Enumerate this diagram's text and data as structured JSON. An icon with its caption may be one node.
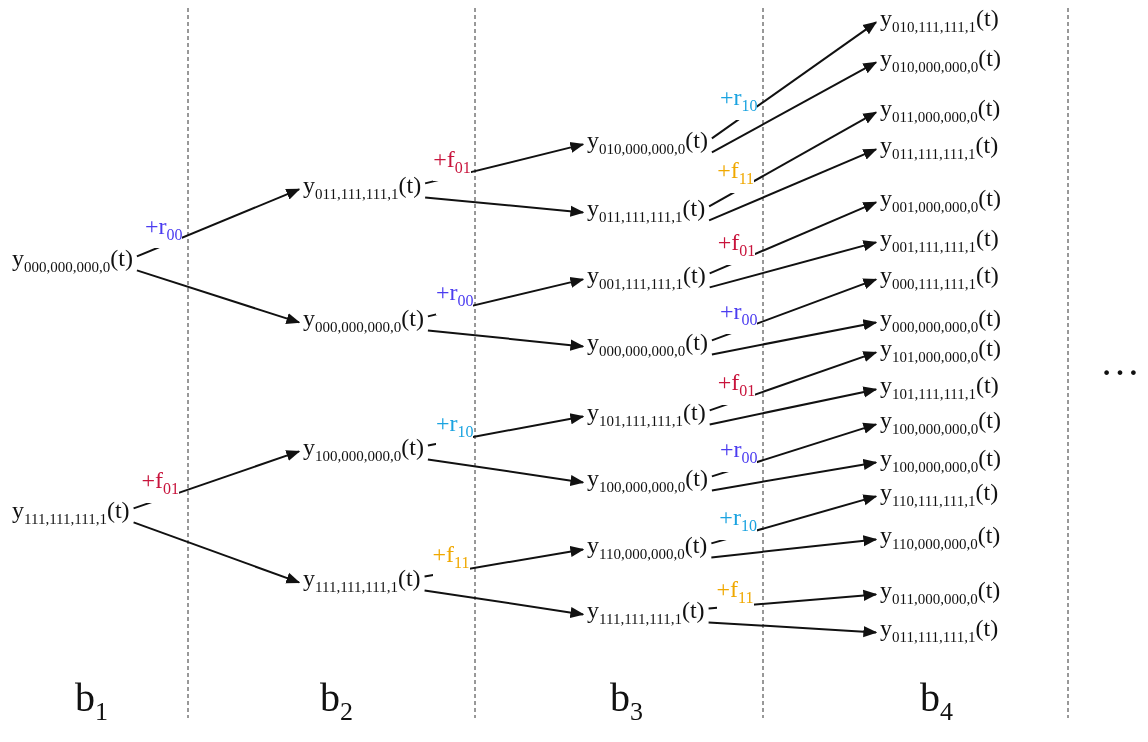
{
  "diagram": {
    "nodes": [
      {
        "text": [
          "y$_{000,000,000,0}$(t)"
        ]
      },
      {
        "text": [
          "y$_{111,111,111,1}$(t)"
        ]
      },
      {
        "text": [
          "y$_{011,111,111,1}$(t)"
        ]
      },
      {
        "text": [
          "y$_{000,000,000,0}$(t)"
        ]
      },
      {
        "text": [
          "y$_{100,000,000,0}$(t)"
        ]
      },
      {
        "text": [
          "y$_{111,111,111,1}$(t)"
        ]
      },
      {
        "text": [
          "y$_{010,000,000,0}$(t)"
        ]
      },
      {
        "text": [
          "y$_{011,111,111,1}$(t)"
        ]
      },
      {
        "text": [
          "y$_{001,111,111,1}$(t)"
        ]
      },
      {
        "text": [
          "y$_{000,000,000,0}$(t)"
        ]
      },
      {
        "text": [
          "y$_{101,111,111,1}$(t)"
        ]
      },
      {
        "text": [
          "y$_{100,000,000,0}$(t)"
        ]
      },
      {
        "text": [
          "y$_{110,000,000,0}$(t)"
        ]
      },
      {
        "text": [
          "y$_{111,111,111,1}$(t)"
        ]
      },
      {
        "text": [
          "y$_{010,111,111,1}$(t)"
        ]
      },
      {
        "text": [
          "y$_{010,000,000,0}$(t)"
        ]
      },
      {
        "text": [
          "y$_{011,000,000,0}$(t)"
        ]
      },
      {
        "text": [
          "y$_{011,111,111,1}$(t)"
        ]
      },
      {
        "text": [
          "y$_{001,000,000,0}$(t)"
        ]
      },
      {
        "text": [
          "y$_{001,111,111,1}$(t)"
        ]
      },
      {
        "text": [
          "y$_{000,111,111,1}$(t)"
        ]
      },
      {
        "text": [
          "y$_{000,000,000,0}$(t)"
        ]
      },
      {
        "text": [
          "y$_{101,000,000,0}$(t)"
        ]
      },
      {
        "text": [
          "y$_{101,111,111,1}$(t)"
        ]
      },
      {
        "text": [
          "y$_{100,000,000,0}$(t)"
        ]
      },
      {
        "text": [
          "y$_{100,000,000,0}$(t)"
        ]
      },
      {
        "text": [
          "y$_{110,111,111,1}$(t)"
        ]
      },
      {
        "text": [
          "y$_{110,000,000,0}$(t)"
        ]
      },
      {
        "text": [
          "y$_{011,000,000,0}$(t)"
        ]
      },
      {
        "text": [
          "y$_{011,111,111,1}$(t)"
        ]
      }
    ],
    "edges": [
      {
        "from": 0,
        "to": 2,
        "arrow": "to",
        "label": "+r$_{00}$"
      },
      {
        "from": 0,
        "to": 3,
        "arrow": "to"
      },
      {
        "from": 1,
        "to": 4,
        "arrow": "to",
        "label": "+f$_{01}$"
      },
      {
        "from": 1,
        "to": 5,
        "arrow": "to"
      },
      {
        "from": 2,
        "to": 6,
        "arrow": "to",
        "label": "+f$_{01}$"
      },
      {
        "from": 2,
        "to": 7,
        "arrow": "to"
      },
      {
        "from": 3,
        "to": 8,
        "arrow": "to",
        "label": "+r$_{00}$"
      },
      {
        "from": 3,
        "to": 9,
        "arrow": "to"
      },
      {
        "from": 4,
        "to": 10,
        "arrow": "to",
        "label": "+r$_{10}$"
      },
      {
        "from": 4,
        "to": 11,
        "arrow": "to"
      },
      {
        "from": 5,
        "to": 12,
        "arrow": "to",
        "label": "+f$_{11}$"
      },
      {
        "from": 5,
        "to": 13,
        "arrow": "to"
      },
      {
        "from": 6,
        "to": 14,
        "arrow": "to",
        "label": "+r$_{10}$"
      },
      {
        "from": 6,
        "to": 15,
        "arrow": "to"
      },
      {
        "from": 7,
        "to": 16,
        "arrow": "to",
        "label": "+f$_{11}$"
      },
      {
        "from": 7,
        "to": 17,
        "arrow": "to"
      },
      {
        "from": 8,
        "to": 18,
        "arrow": "to",
        "label": "+f$_{01}$"
      },
      {
        "from": 8,
        "to": 19,
        "arrow": "to"
      },
      {
        "from": 9,
        "to": 20,
        "arrow": "to",
        "label": "+r$_{00}$"
      },
      {
        "from": 9,
        "to": 21,
        "arrow": "to"
      },
      {
        "from": 10,
        "to": 22,
        "arrow": "to",
        "label": "+f$_{01}$"
      },
      {
        "from": 10,
        "to": 23,
        "arrow": "to"
      },
      {
        "from": 11,
        "to": 24,
        "arrow": "to",
        "label": "+r$_{00}$"
      },
      {
        "from": 11,
        "to": 25,
        "arrow": "to"
      },
      {
        "from": 12,
        "to": 26,
        "arrow": "to",
        "label": "+r$_{10}$"
      },
      {
        "from": 12,
        "to": 27,
        "arrow": "to"
      },
      {
        "from": 13,
        "to": 28,
        "arrow": "to",
        "label": "+f$_{11}$"
      },
      {
        "from": 13,
        "to": 29,
        "arrow": "to"
      }
    ],
    "labels": [
      "b$_{1}$",
      "b$_{2}$",
      "b$_{3}$",
      "b$_{4}$",
      "…"
    ]
  }
}
